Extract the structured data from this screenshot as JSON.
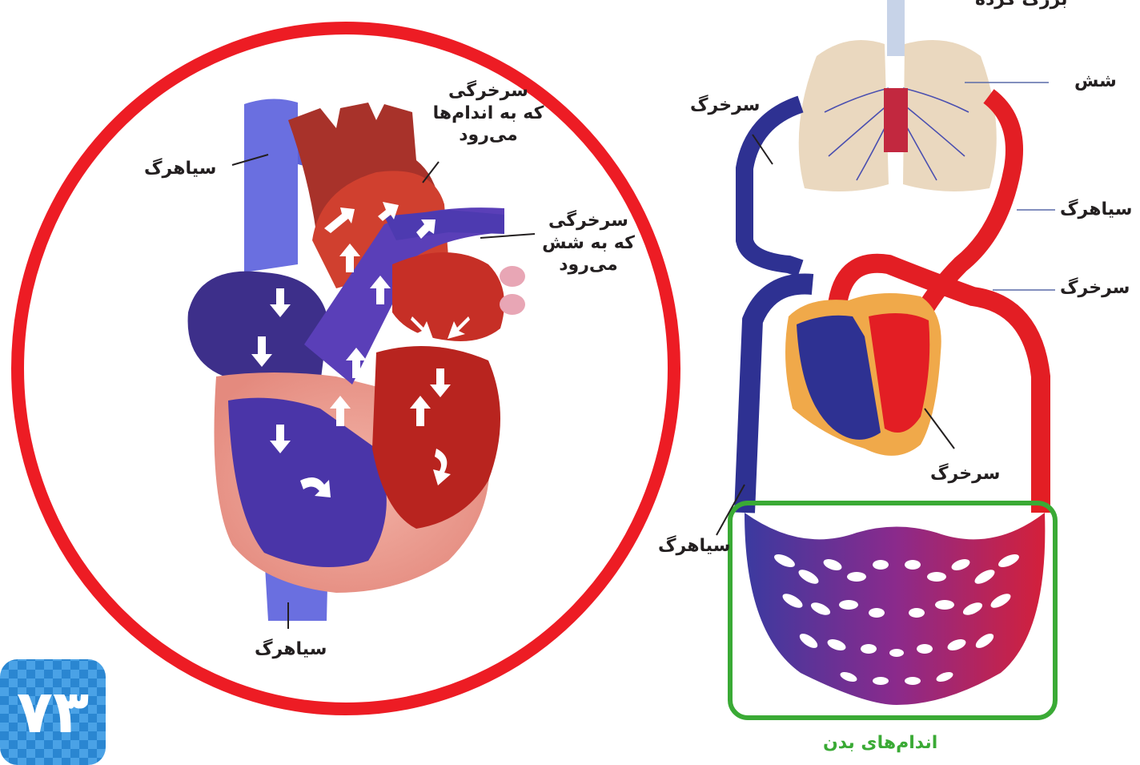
{
  "heart": {
    "label_top_left": "سیاهرگ",
    "label_aorta": [
      "سرخرگی",
      "که به اندام‌ها",
      "می‌رود"
    ],
    "label_pulmonary": [
      "سرخرگی",
      "که به شش",
      "می‌رود"
    ],
    "label_bottom": "سیاهرگ"
  },
  "circulation": {
    "label_top_cut": "بزرگ کرده",
    "label_lung": "شش",
    "label_artery_left": "سرخرگ",
    "label_vein_right": "سیاهرگ",
    "label_artery_right": "سرخرگ",
    "label_artery_heart": "سرخرگ",
    "label_vein_left": "سیاهرگ",
    "label_body": "اندام‌های بدن"
  },
  "page_number": "۷۳",
  "colors": {
    "circle": "#ed1c24",
    "body_box": "#3aaa35",
    "vein": "#2e3192",
    "artery": "#e31e24",
    "page_badge": "#1b75bc"
  }
}
